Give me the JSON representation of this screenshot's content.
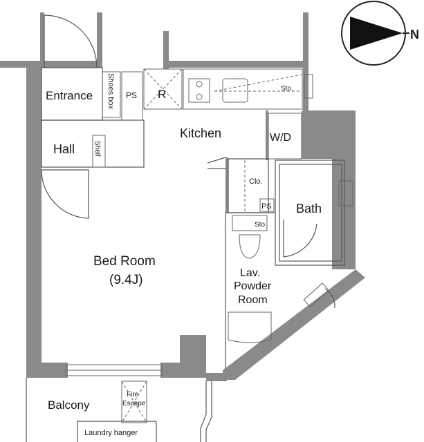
{
  "rooms": {
    "entrance": "Entrance",
    "shoes_box": "Shoes box",
    "ps_top": "PS",
    "refrigerator": "R",
    "storage_kitchen": "Sto.",
    "kitchen": "Kitchen",
    "washer_dryer": "W/D",
    "hall": "Hall",
    "shelf": "Shelf",
    "closet": "Clo.",
    "ps_bath": "PS",
    "bath": "Bath",
    "storage_lav": "Sto.",
    "bed_room": "Bed Room",
    "bed_room_size": "(9.4J)",
    "lav_line1": "Lav.",
    "lav_line2": "Powder",
    "lav_line3": "Room",
    "balcony": "Balcony",
    "fire_escape_line1": "Fire",
    "fire_escape_line2": "Escape",
    "laundry_hanger": "Laundry hanger"
  },
  "compass": {
    "north_label": "N"
  },
  "colors": {
    "wall": "#8a8a8a",
    "line": "#555555",
    "text": "#1a1a1a"
  }
}
